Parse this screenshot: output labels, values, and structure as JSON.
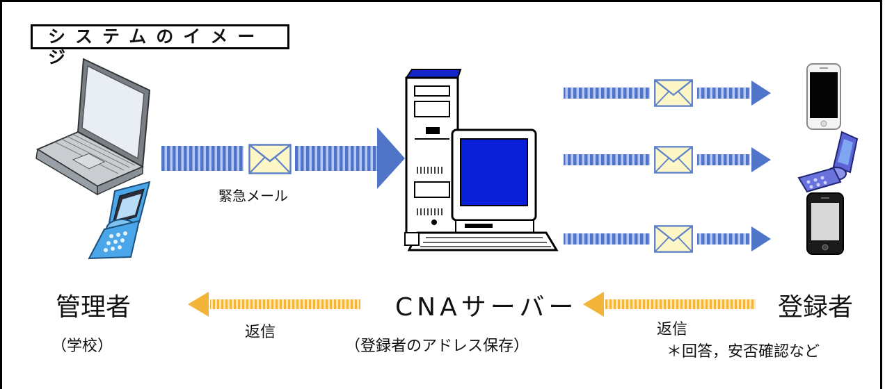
{
  "title": "システムのイメージ",
  "labels": {
    "admin": "管理者",
    "admin_sub": "（学校）",
    "server": "CNAサーバー",
    "server_sub": "（登録者のアドレス保存）",
    "registrant": "登録者",
    "emergency_mail": "緊急メール",
    "reply_left": "返信",
    "reply_right": "返信",
    "reply_note": "＊回答，安否確認など"
  },
  "colors": {
    "arrow_blue": "#4f74c8",
    "arrow_blue_light": "#b9c8ea",
    "arrow_orange": "#f2b53a",
    "arrow_orange_light": "#f8dda5",
    "envelope_fill": "#fdf7c8",
    "envelope_stroke": "#5b7fc9",
    "screen_blue": "#0a1fd8"
  }
}
